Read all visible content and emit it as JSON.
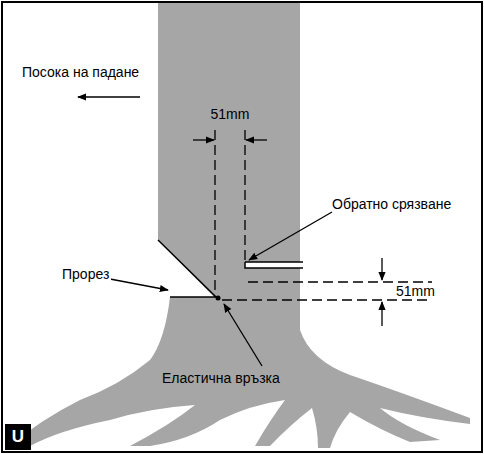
{
  "diagram": {
    "nodes": [
      {
        "text": [
          "U"
        ]
      }
    ],
    "labels": [
      "Посока на падане",
      "51mm",
      "Обратно срязване",
      "Прорез",
      "51mm",
      "Еластична връзка"
    ]
  }
}
